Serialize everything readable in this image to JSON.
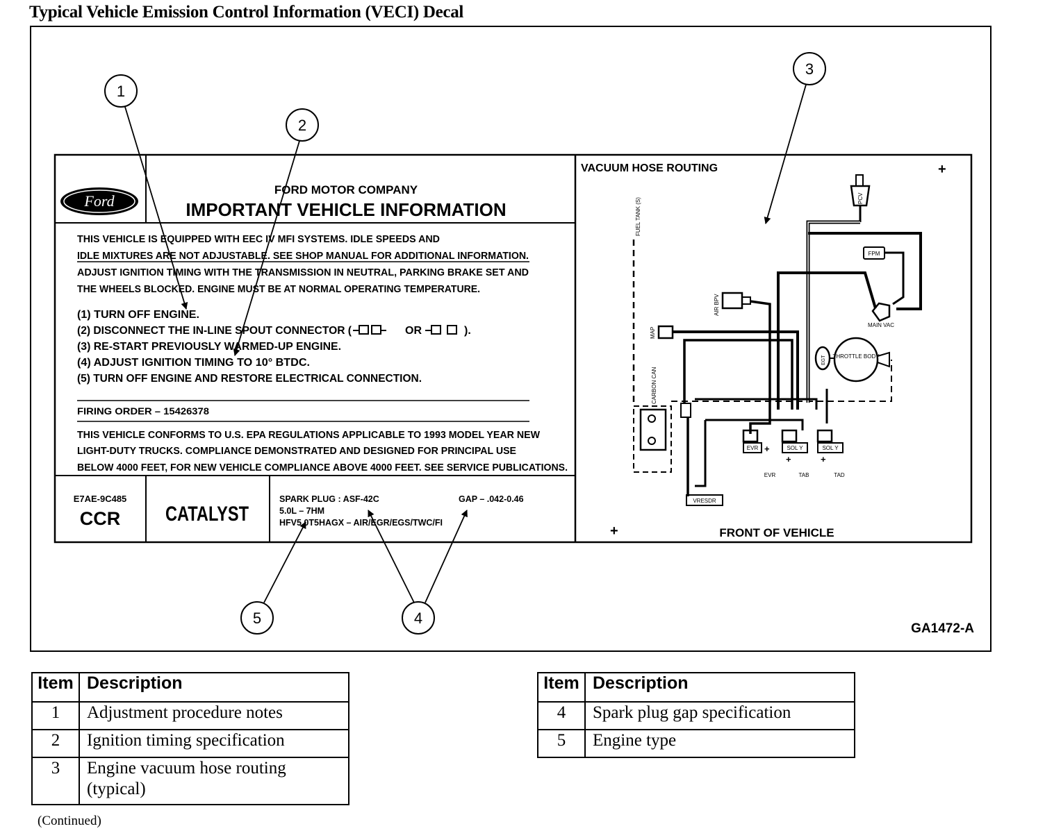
{
  "title": "Typical Vehicle Emission Control Information (VECI) Decal",
  "figure_id": "GA1472-A",
  "callouts": [
    "1",
    "2",
    "3",
    "4",
    "5"
  ],
  "decal": {
    "company": "FORD MOTOR COMPANY",
    "heading": "IMPORTANT VEHICLE INFORMATION",
    "logo_text": "Ford",
    "notes": [
      "THIS VEHICLE IS EQUIPPED WITH EEC IV MFI SYSTEMS. IDLE SPEEDS AND",
      "IDLE MIXTURES ARE NOT ADJUSTABLE. SEE SHOP MANUAL FOR ADDITIONAL INFORMATION.",
      "ADJUST IGNITION TIMING WITH THE TRANSMISSION IN NEUTRAL, PARKING BRAKE SET AND",
      "THE WHEELS BLOCKED. ENGINE MUST BE AT NORMAL OPERATING TEMPERATURE."
    ],
    "steps": [
      "(1)  TURN OFF ENGINE.",
      "(2)  DISCONNECT THE IN-LINE SPOUT CONNECTOR (",
      "(3)  RE-START PREVIOUSLY WARMED-UP ENGINE.",
      "(4)  ADJUST IGNITION TIMING TO 10° BTDC.",
      "(5)  TURN OFF ENGINE AND RESTORE ELECTRICAL CONNECTION."
    ],
    "step2_or": "OR",
    "step2_end": ").",
    "firing_order": "FIRING ORDER – 15426378",
    "epa": [
      "THIS VEHICLE CONFORMS TO U.S. EPA REGULATIONS APPLICABLE TO 1993 MODEL YEAR NEW",
      "LIGHT-DUTY TRUCKS. COMPLIANCE DEMONSTRATED AND DESIGNED FOR PRINCIPAL USE",
      "BELOW 4000 FEET, FOR NEW VEHICLE COMPLIANCE ABOVE 4000 FEET. SEE SERVICE PUBLICATIONS."
    ],
    "part_number": "E7AE-9C485",
    "ccr": "CCR",
    "catalyst": "CATALYST",
    "spark_plug": "SPARK PLUG  :  ASF-42C",
    "gap": "GAP – .042-0.46",
    "engine": "5.0L – 7HM",
    "family": "HFV5.0T5HAGX – AIR/EGR/EGS/TWC/FI"
  },
  "vacuum": {
    "heading": "VACUUM HOSE ROUTING",
    "front": "FRONT OF VEHICLE",
    "labels": {
      "fuel_tank": "FUEL TANK (S)",
      "carbon_can": "CARBON CAN",
      "map": "MAP",
      "air_bpv": "AIR BPV",
      "pcv": "PCV",
      "fpm": "FPM",
      "main_vac": "MAIN VAC",
      "throttle_body": "THROTTLE BODY",
      "egt": "EGT",
      "evr": "EVR",
      "sol_y1": "SOL Y",
      "sol_y2": "SOL Y",
      "evr_below": "EVR",
      "tab": "TAB",
      "tad": "TAD",
      "vresdr": "VRESDR",
      "plus": "+"
    }
  },
  "legend_left": {
    "headers": [
      "Item",
      "Description"
    ],
    "rows": [
      [
        "1",
        "Adjustment procedure notes"
      ],
      [
        "2",
        "Ignition timing specification"
      ],
      [
        "3",
        "Engine vacuum hose routing (typical)"
      ]
    ]
  },
  "legend_right": {
    "headers": [
      "Item",
      "Description"
    ],
    "rows": [
      [
        "4",
        "Spark plug gap specification"
      ],
      [
        "5",
        "Engine type"
      ]
    ]
  },
  "continued": "(Continued)"
}
